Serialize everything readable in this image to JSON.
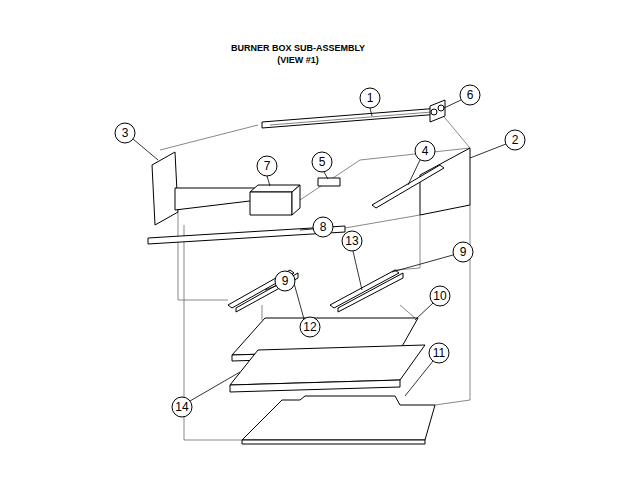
{
  "diagram": {
    "title": "BURNER BOX SUB-ASSEMBLY (VIEW #1)",
    "labels": [
      "1",
      "6",
      "3",
      "2",
      "7",
      "5",
      "4",
      "8",
      "13",
      "9",
      "9",
      "12",
      "10",
      "11",
      "14"
    ]
  }
}
